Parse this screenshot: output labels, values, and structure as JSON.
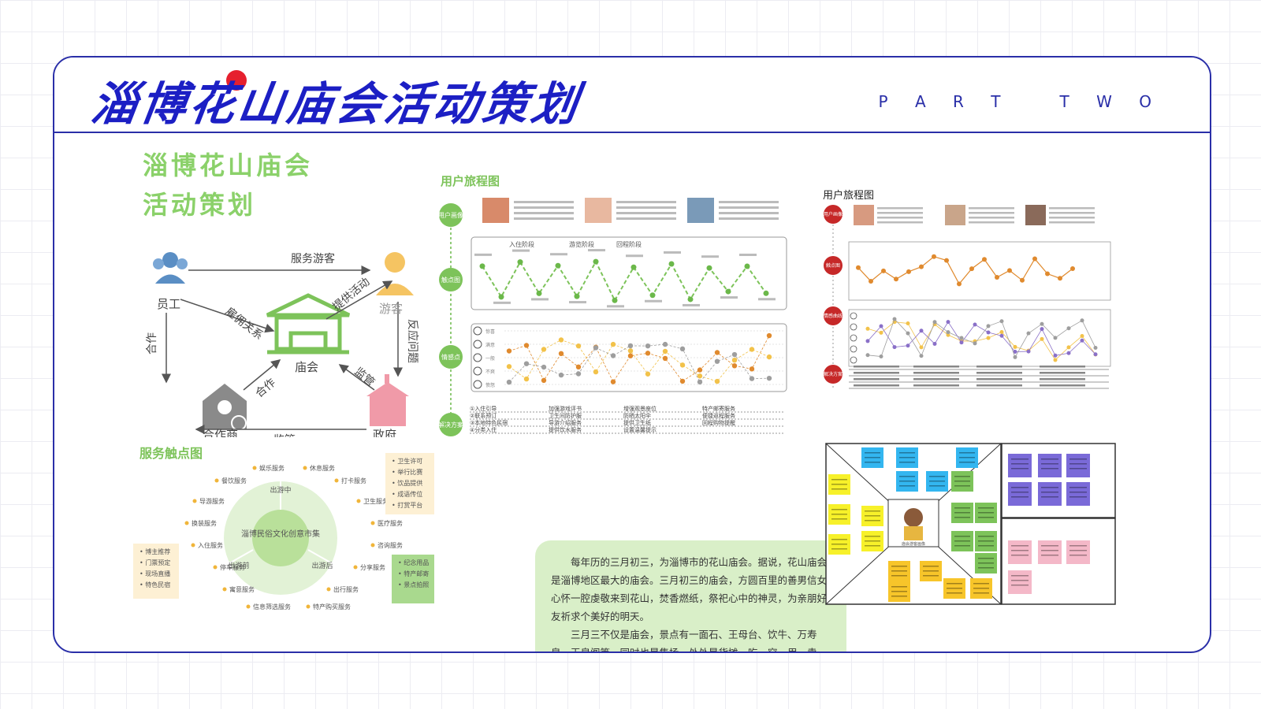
{
  "header": {
    "title": "淄博花山庙会活动策划",
    "part_label": "P A R T   T W O"
  },
  "left_panel": {
    "title_line1": "淄博花山庙会",
    "title_line2": "活动策划",
    "relations": {
      "nodes": {
        "staff": "员工",
        "tourist": "游客",
        "temple": "庙会",
        "partner": "合作商",
        "government": "政府"
      },
      "edges": {
        "serve_tourists": "服务游客",
        "provide_activities": "提供活动",
        "employment": "雇佣关系",
        "cooperate_left": "合作",
        "feedback": "反应问题",
        "supervise_right": "监管",
        "cooperate_mid": "合作",
        "supervise_bottom": "监管"
      }
    },
    "touchpoints": {
      "title": "服务触点图",
      "center": "淄博民俗文化创意市集",
      "stages": [
        "出游中",
        "出游前",
        "出游后"
      ],
      "services": [
        "娱乐服务",
        "休息服务",
        "餐饮服务",
        "打卡服务",
        "导游服务",
        "卫生服务",
        "换装服务",
        "医疗服务",
        "入住服务",
        "咨询服务",
        "停车服务",
        "分享服务",
        "寓意服务",
        "出行服务",
        "信息筛选服务",
        "特产购买服务"
      ],
      "box_top_right": [
        "卫生许可",
        "举行比赛",
        "饮品提供",
        "成语传位",
        "打赏平台"
      ],
      "box_left": [
        "博主推荐",
        "门票预定",
        "现场直播",
        "特色民宿"
      ],
      "box_right": [
        "纪念用品",
        "特产邮寄",
        "景点拍照"
      ]
    }
  },
  "middle_panel": {
    "title": "用户旅程图",
    "row_labels": [
      "用户画像",
      "触点图",
      "情感点",
      "解决方案"
    ],
    "stages": [
      "入住阶段",
      "游览阶段",
      "回程阶段"
    ],
    "emotion_levels": [
      "惊喜",
      "满意",
      "一般",
      "不爽",
      "愤怒"
    ],
    "solutions": [
      "①入住引导",
      "②联系预订",
      "③本地特色民宿",
      "④分类入住",
      "加强游戏评书",
      "卫生间防护服",
      "导游介绍服务",
      "提供饮水服务",
      "增强观景座位",
      "防晒太阳伞",
      "提供卫生纸",
      "设置温馨提示",
      "特产邮寄服务",
      "便捷返程服务",
      "回程购物提醒"
    ]
  },
  "description": {
    "para1": "每年历的三月初三，为淄博市的花山庙会。据说，花山庙会是淄博地区最大的庙会。三月初三的庙会，方圆百里的善男信女心怀一腔虔敬来到花山，焚香燃纸，祭祀心中的神灵，为亲朋好友祈求个美好的明天。",
    "para2": "三月三不仅是庙会，景点有一面石、王母台、饮牛、万寿泉、玉皇阁等，同时也是集场，处处是货摊，吃、穿、用、卖，琳琅满目，五彩缤纷。"
  },
  "right_panel": {
    "title": "用户旅程图",
    "row_labels": [
      "用户画像",
      "触点图",
      "情感曲线",
      "解决方案"
    ],
    "persona_label": "庙会游客画像"
  },
  "colors": {
    "brand_blue": "#1c1fc4",
    "green": "#6bb84a",
    "red": "#c62828",
    "orange": "#e08a2e"
  }
}
